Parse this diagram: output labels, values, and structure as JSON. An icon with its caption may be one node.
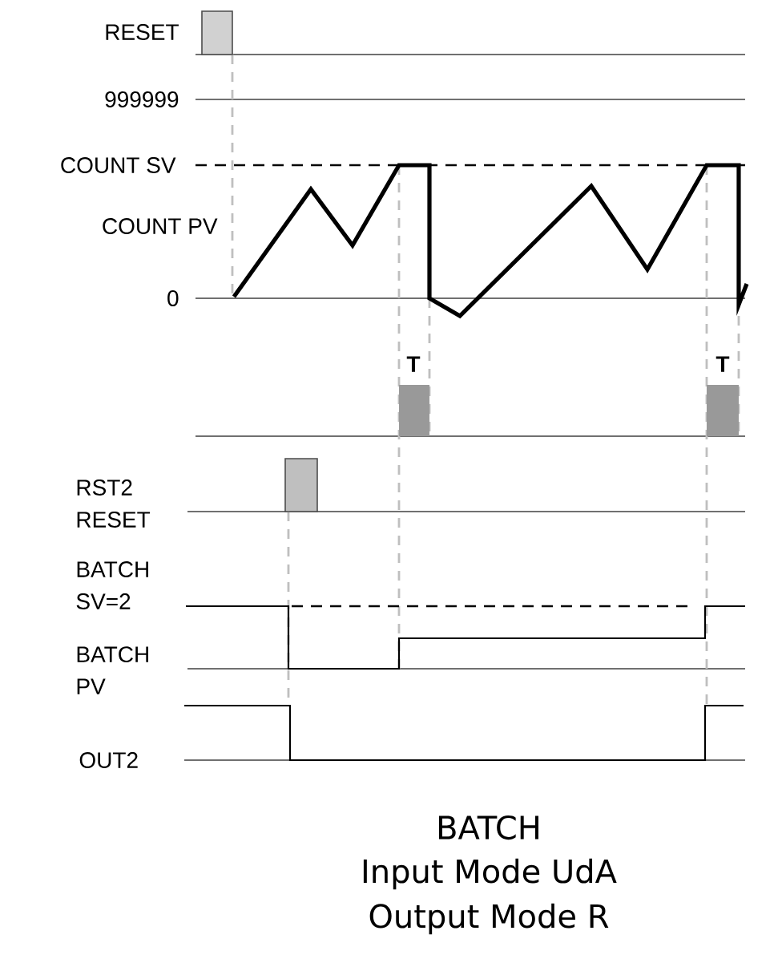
{
  "diagram": {
    "labels": [
      "RESET",
      "999999",
      "COUNT SV",
      "COUNT PV",
      "0",
      "T",
      "T",
      "RST2 RESET",
      "BATCH SV=2",
      "BATCH PV",
      "OUT2",
      "BATCH",
      "Input Mode UdA",
      "Output Mode R"
    ]
  }
}
